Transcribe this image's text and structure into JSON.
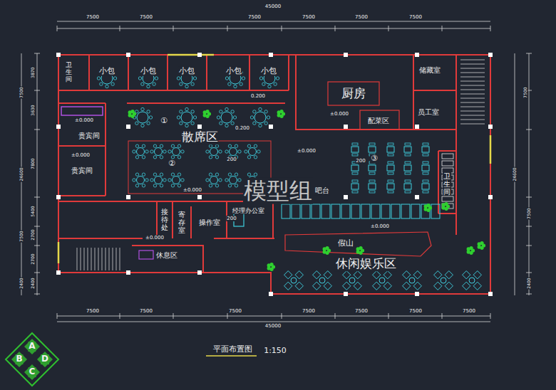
{
  "diagram": {
    "caption": "平面布置图",
    "nodes": [
      {
        "text": [
          "卫生间"
        ]
      },
      {
        "text": [
          "小包"
        ]
      },
      {
        "text": [
          "小包"
        ]
      },
      {
        "text": [
          "小包"
        ]
      },
      {
        "text": [
          "小包"
        ]
      },
      {
        "text": [
          "小包"
        ]
      },
      {
        "text": [
          "厨房"
        ]
      },
      {
        "text": [
          "配菜区"
        ],
        "in": 6
      },
      {
        "text": [
          "储藏室"
        ]
      },
      {
        "text": [
          "员工室"
        ]
      },
      {
        "text": [
          "贵宾间"
        ]
      },
      {
        "text": [
          "散席区"
        ]
      },
      {
        "text": [
          "贵宾间"
        ]
      },
      {
        "text": [
          "卫生间"
        ]
      },
      {
        "text": [
          "接待处"
        ]
      },
      {
        "text": [
          "寄存室"
        ]
      },
      {
        "text": [
          "操作室"
        ]
      },
      {
        "text": [
          "经理办公室"
        ]
      },
      {
        "text": [
          "休息区"
        ]
      },
      {
        "text": [
          "休闲娱乐区"
        ]
      }
    ],
    "labels": [
      "45000",
      "7500",
      "7500",
      "7500",
      "7500",
      "7500",
      "7500",
      "45000",
      "7500",
      "7500",
      "7500",
      "7500",
      "7500",
      "7500",
      "7500",
      "3870",
      "3630",
      "7800",
      "5400",
      "2700",
      "2700",
      "2400",
      "7500",
      "24600",
      "7500",
      "2400",
      "7500",
      "24600",
      "7500",
      "2400",
      "①",
      "②",
      "③",
      "±0.000",
      "±0.000",
      "±0.000",
      "±0.000",
      "±0.000",
      "±0.000",
      "±0.000",
      "0.200",
      "0.200",
      "200",
      "200",
      "200",
      "吧台",
      "假山",
      "模型组",
      "1:150",
      "A",
      "B",
      "C",
      "D"
    ]
  }
}
